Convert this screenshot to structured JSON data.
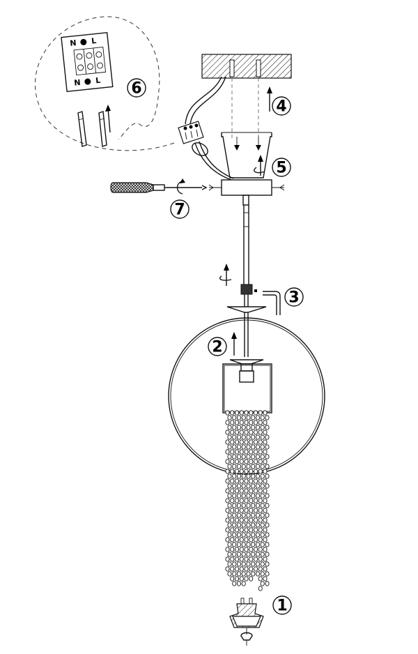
{
  "steps": [
    {
      "number": "1"
    },
    {
      "number": "2"
    },
    {
      "number": "3"
    },
    {
      "number": "4"
    },
    {
      "number": "5"
    },
    {
      "number": "6"
    },
    {
      "number": "7"
    }
  ],
  "terminal_block": {
    "top_labels": [
      "N",
      "L"
    ],
    "bottom_labels": [
      "N",
      "L"
    ]
  }
}
